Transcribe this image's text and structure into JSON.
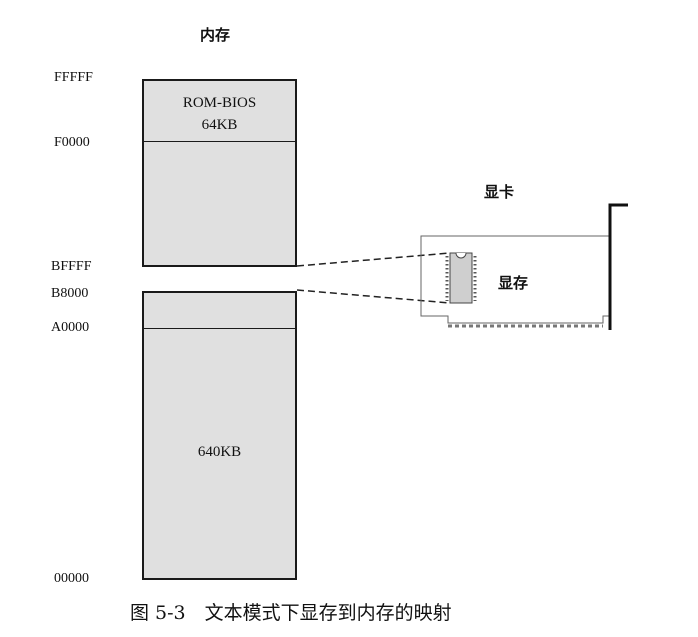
{
  "memory": {
    "title": "内存",
    "rom_label_line1": "ROM-BIOS",
    "rom_label_line2": "64KB",
    "ram_label": "640KB",
    "addresses": {
      "a1": "FFFFF",
      "a2": "F0000",
      "a3": "BFFFF",
      "a4": "B8000",
      "a5": "A0000",
      "a6": "00000"
    }
  },
  "card": {
    "title": "显卡",
    "vram_label": "显存"
  },
  "caption": "图 5-3　文本模式下显存到内存的映射"
}
